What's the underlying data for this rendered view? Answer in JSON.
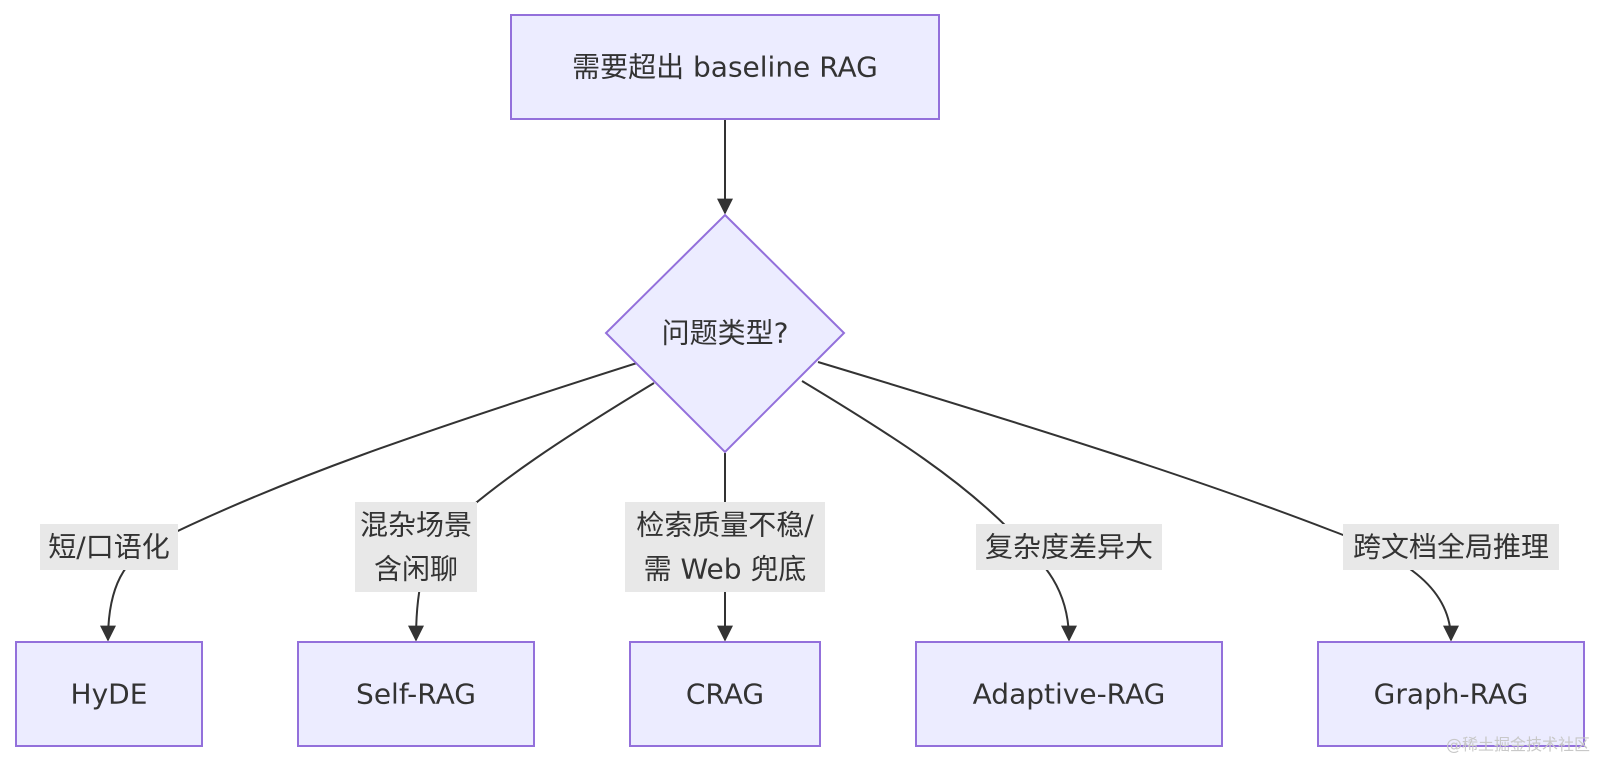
{
  "diagram": {
    "start": "需要超出 baseline RAG",
    "decision": "问题类型?",
    "branches": [
      {
        "condition": [
          "短/口语化"
        ],
        "target": "HyDE"
      },
      {
        "condition": [
          "混杂场景",
          "含闲聊"
        ],
        "target": "Self-RAG"
      },
      {
        "condition": [
          "检索质量不稳/",
          "需 Web 兜底"
        ],
        "target": "CRAG"
      },
      {
        "condition": [
          "复杂度差异大"
        ],
        "target": "Adaptive-RAG"
      },
      {
        "condition": [
          "跨文档全局推理"
        ],
        "target": "Graph-RAG"
      }
    ]
  },
  "watermark": "@稀土掘金技术社区",
  "colors": {
    "node_fill": "#ececff",
    "node_stroke": "#9370db",
    "edge": "#333333",
    "label_bg": "#e8e8e8",
    "text": "#333333"
  }
}
